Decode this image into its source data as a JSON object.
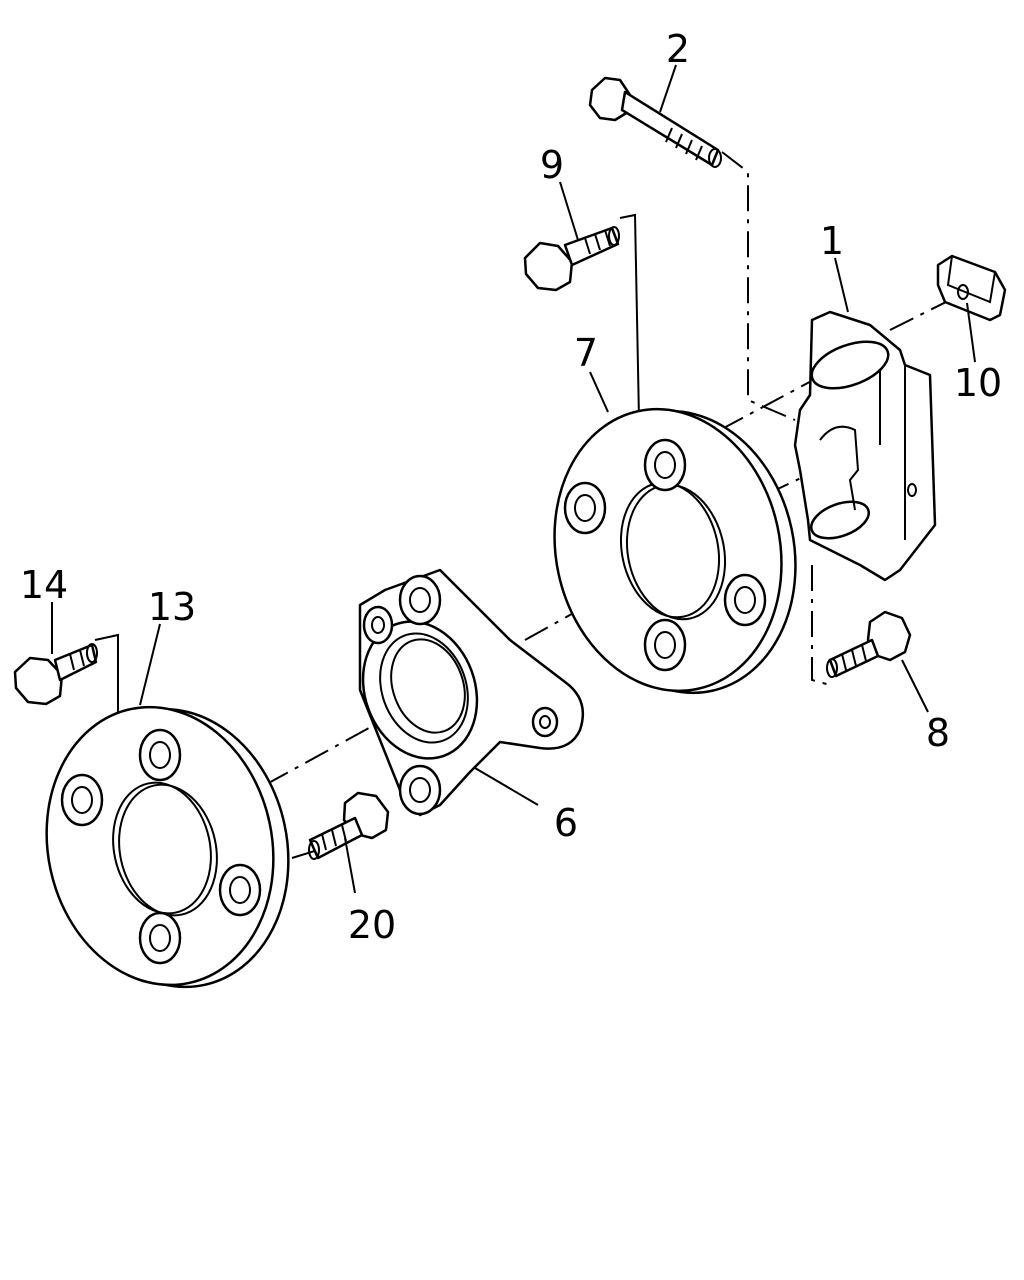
{
  "callouts": {
    "c1": "1",
    "c2": "2",
    "c6": "6",
    "c7": "7",
    "c8": "8",
    "c9": "9",
    "c10": "10",
    "c13": "13",
    "c14": "14",
    "c20": "20"
  }
}
